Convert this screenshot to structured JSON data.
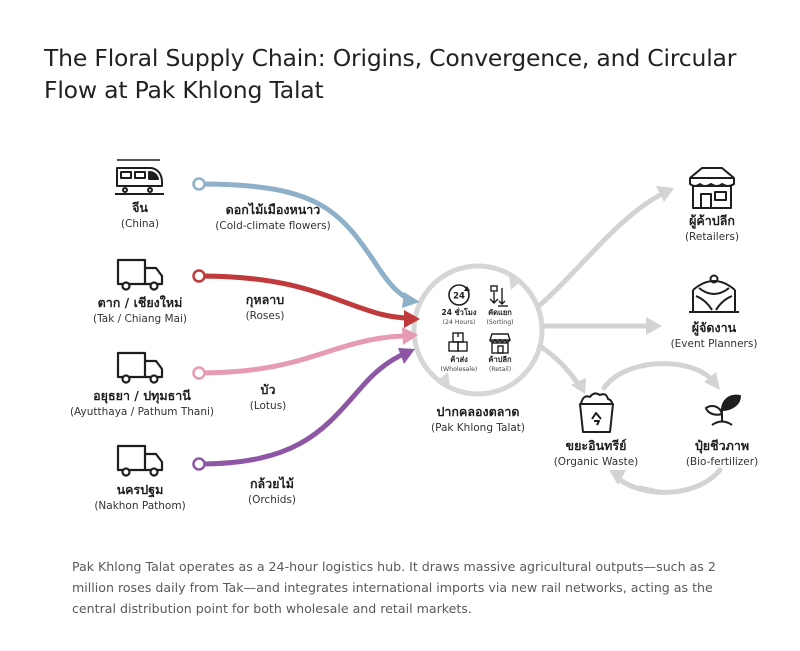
{
  "title": "The Floral Supply Chain: Origins, Convergence, and Circular Flow at Pak Khlong Talat",
  "origins": [
    {
      "th": "จีน",
      "en": "(China)",
      "icon": "train-icon"
    },
    {
      "th": "ตาก / เชียงใหม่",
      "en": "(Tak / Chiang Mai)",
      "icon": "truck-icon"
    },
    {
      "th": "อยุธยา / ปทุมธานี",
      "en": "(Ayutthaya / Pathum Thani)",
      "icon": "truck-icon"
    },
    {
      "th": "นครปฐม",
      "en": "(Nakhon Pathom)",
      "icon": "truck-icon"
    }
  ],
  "flows": [
    {
      "th": "ดอกไม้เมืองหนาว",
      "en": "(Cold-climate flowers)",
      "color": "#8fb0c9"
    },
    {
      "th": "กุหลาบ",
      "en": "(Roses)",
      "color": "#c0393b"
    },
    {
      "th": "บัว",
      "en": "(Lotus)",
      "color": "#e79ab4"
    },
    {
      "th": "กล้วยไม้",
      "en": "(Orchids)",
      "color": "#8e57a5"
    }
  ],
  "hub": {
    "th": "ปากคลองตลาด",
    "en": "(Pak Khlong Talat)",
    "functions": [
      {
        "th": "24 ชั่วโมง",
        "en": "(24 Hours)",
        "icon": "clock-24-icon",
        "badge": "24"
      },
      {
        "th": "คัดแยก",
        "en": "(Sorting)",
        "icon": "sorting-icon"
      },
      {
        "th": "ค้าส่ง",
        "en": "(Wholesale)",
        "icon": "boxes-icon"
      },
      {
        "th": "ค้าปลีก",
        "en": "(Retail)",
        "icon": "shop-icon"
      }
    ]
  },
  "destinations": [
    {
      "th": "ผู้ค้าปลีก",
      "en": "(Retailers)",
      "icon": "storefront-icon"
    },
    {
      "th": "ผู้จัดงาน",
      "en": "(Event Planners)",
      "icon": "event-arch-icon"
    }
  ],
  "cycle": [
    {
      "th": "ขยะอินทรีย์",
      "en": "(Organic Waste)",
      "icon": "compost-bin-icon"
    },
    {
      "th": "ปุ๋ยชีวภาพ",
      "en": "(Bio-fertilizer)",
      "icon": "sprout-icon"
    }
  ],
  "colors": {
    "gray_arrow": "#d3d3d3",
    "text": "#222222"
  },
  "caption": "Pak Khlong Talat operates as a 24-hour logistics hub. It draws massive agricultural outputs—such as 2 million roses daily from Tak—and integrates international imports via new rail networks, acting as the central distribution point for both wholesale and retail markets."
}
